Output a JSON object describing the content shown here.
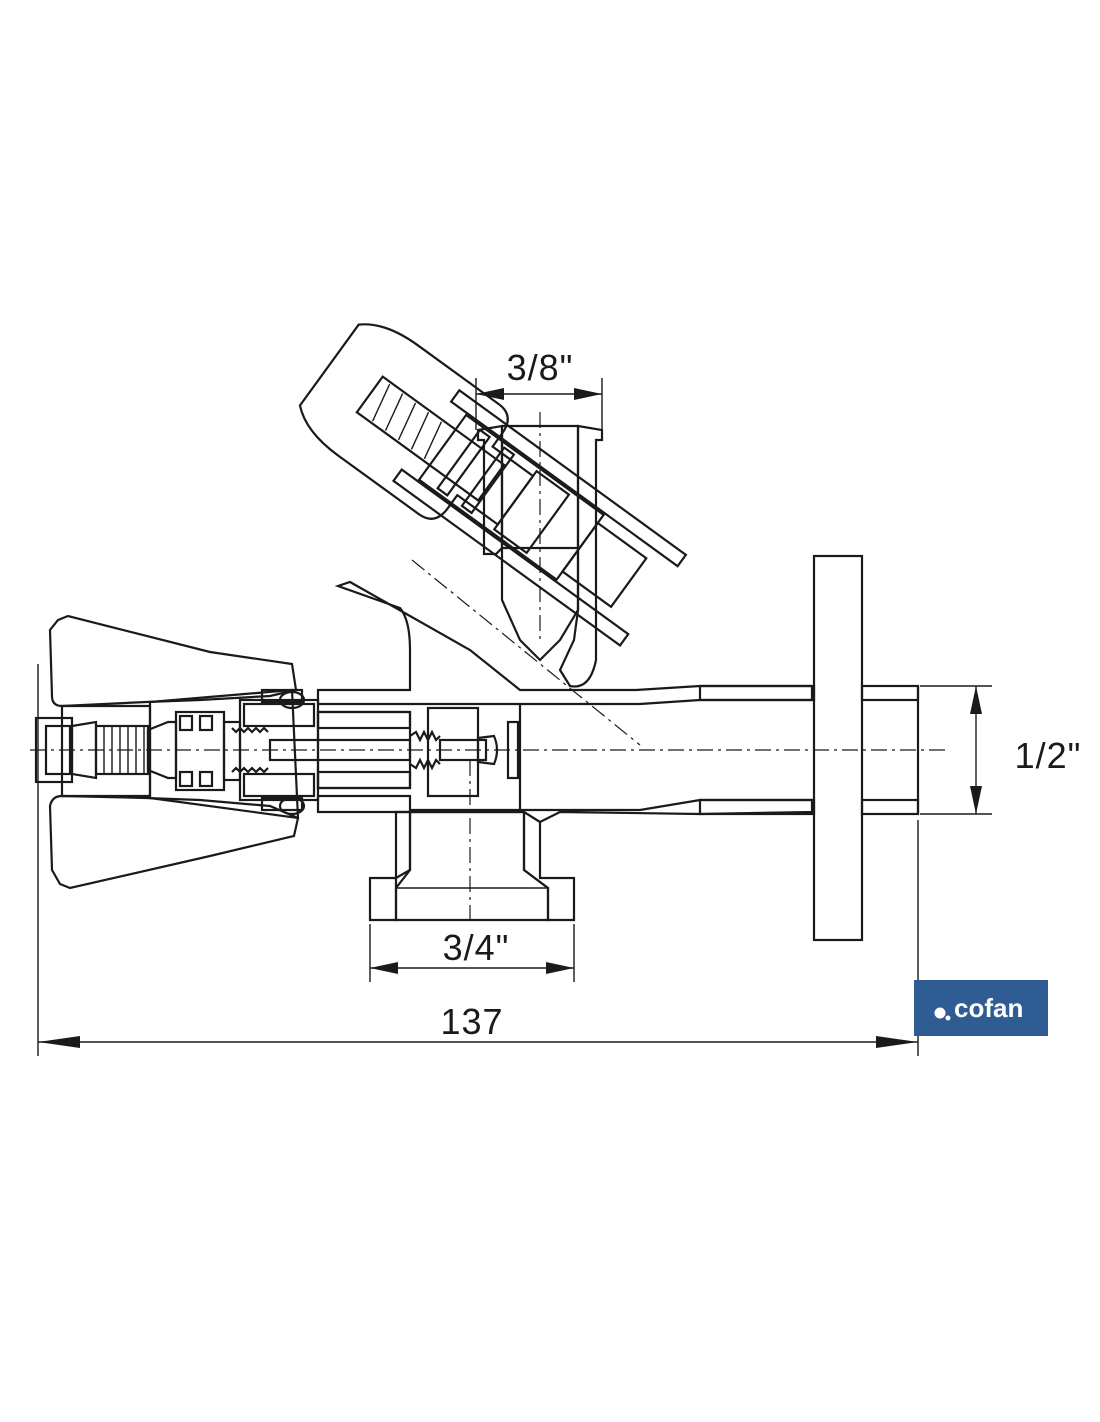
{
  "dimensions": {
    "top_outlet": "3/8\"",
    "bottom_inlet": "3/4\"",
    "right_outlet": "1/2\"",
    "overall_length": "137"
  },
  "logo": {
    "text": "cofan",
    "background_color": "#2f5d93"
  },
  "colors": {
    "line": "#1a1a1a",
    "flange_fill": "#c8c8c8"
  }
}
